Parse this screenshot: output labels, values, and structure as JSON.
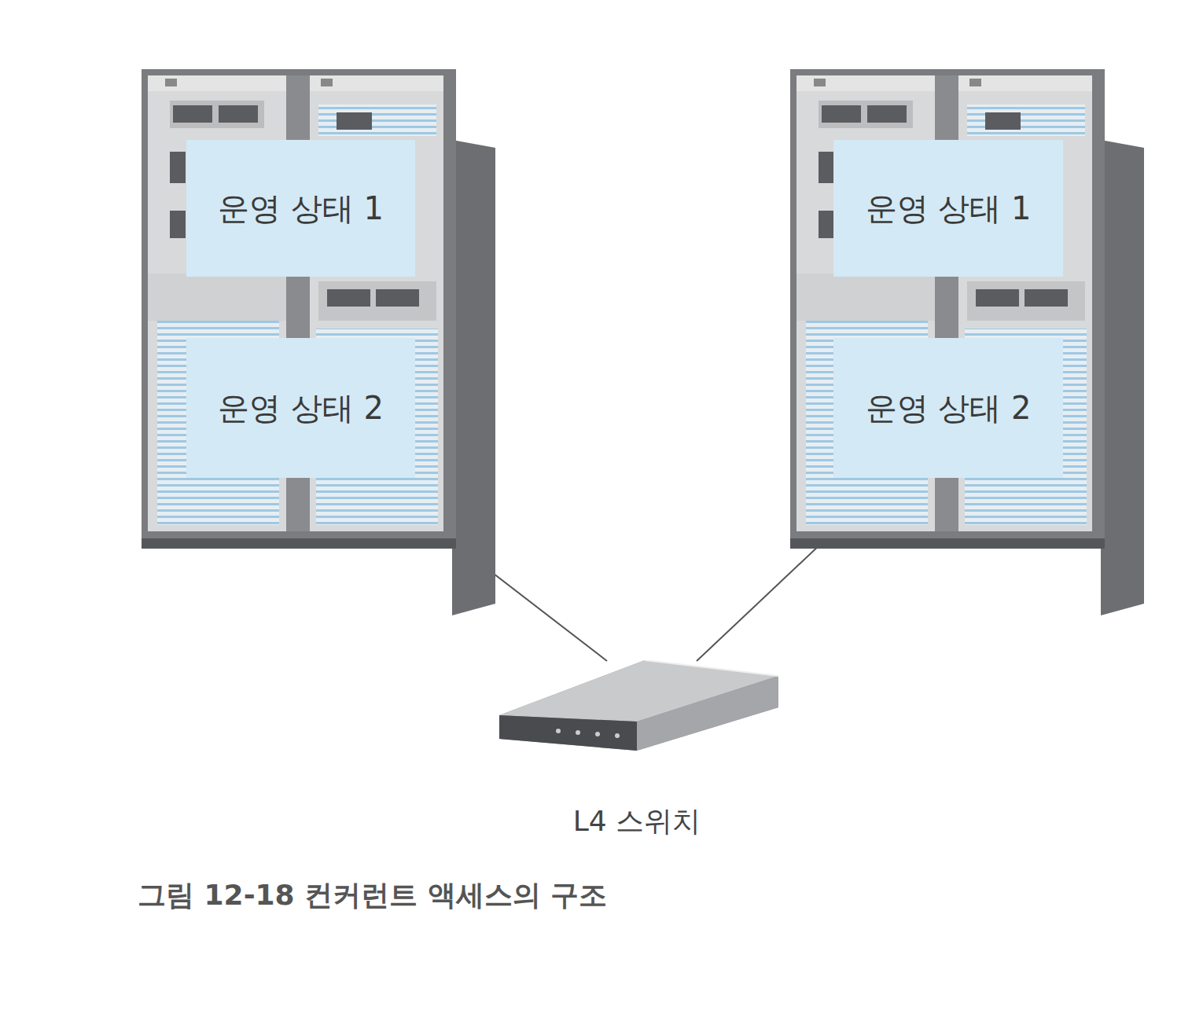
{
  "diagram": {
    "caption": "그림 12-18 컨커런트 액세스의 구조",
    "nodes": [
      {
        "text": [
          "운영 상태 1"
        ]
      },
      {
        "text": [
          "운영 상태 2"
        ]
      },
      {
        "text": [
          "운영 상태 1"
        ]
      },
      {
        "text": [
          "운영 상태 2"
        ]
      },
      {
        "text": [
          "L4 스위치"
        ]
      }
    ],
    "edges": [
      {
        "from": 1,
        "to": 4,
        "arrow": "none"
      },
      {
        "from": 3,
        "to": 4,
        "arrow": "none"
      }
    ]
  }
}
